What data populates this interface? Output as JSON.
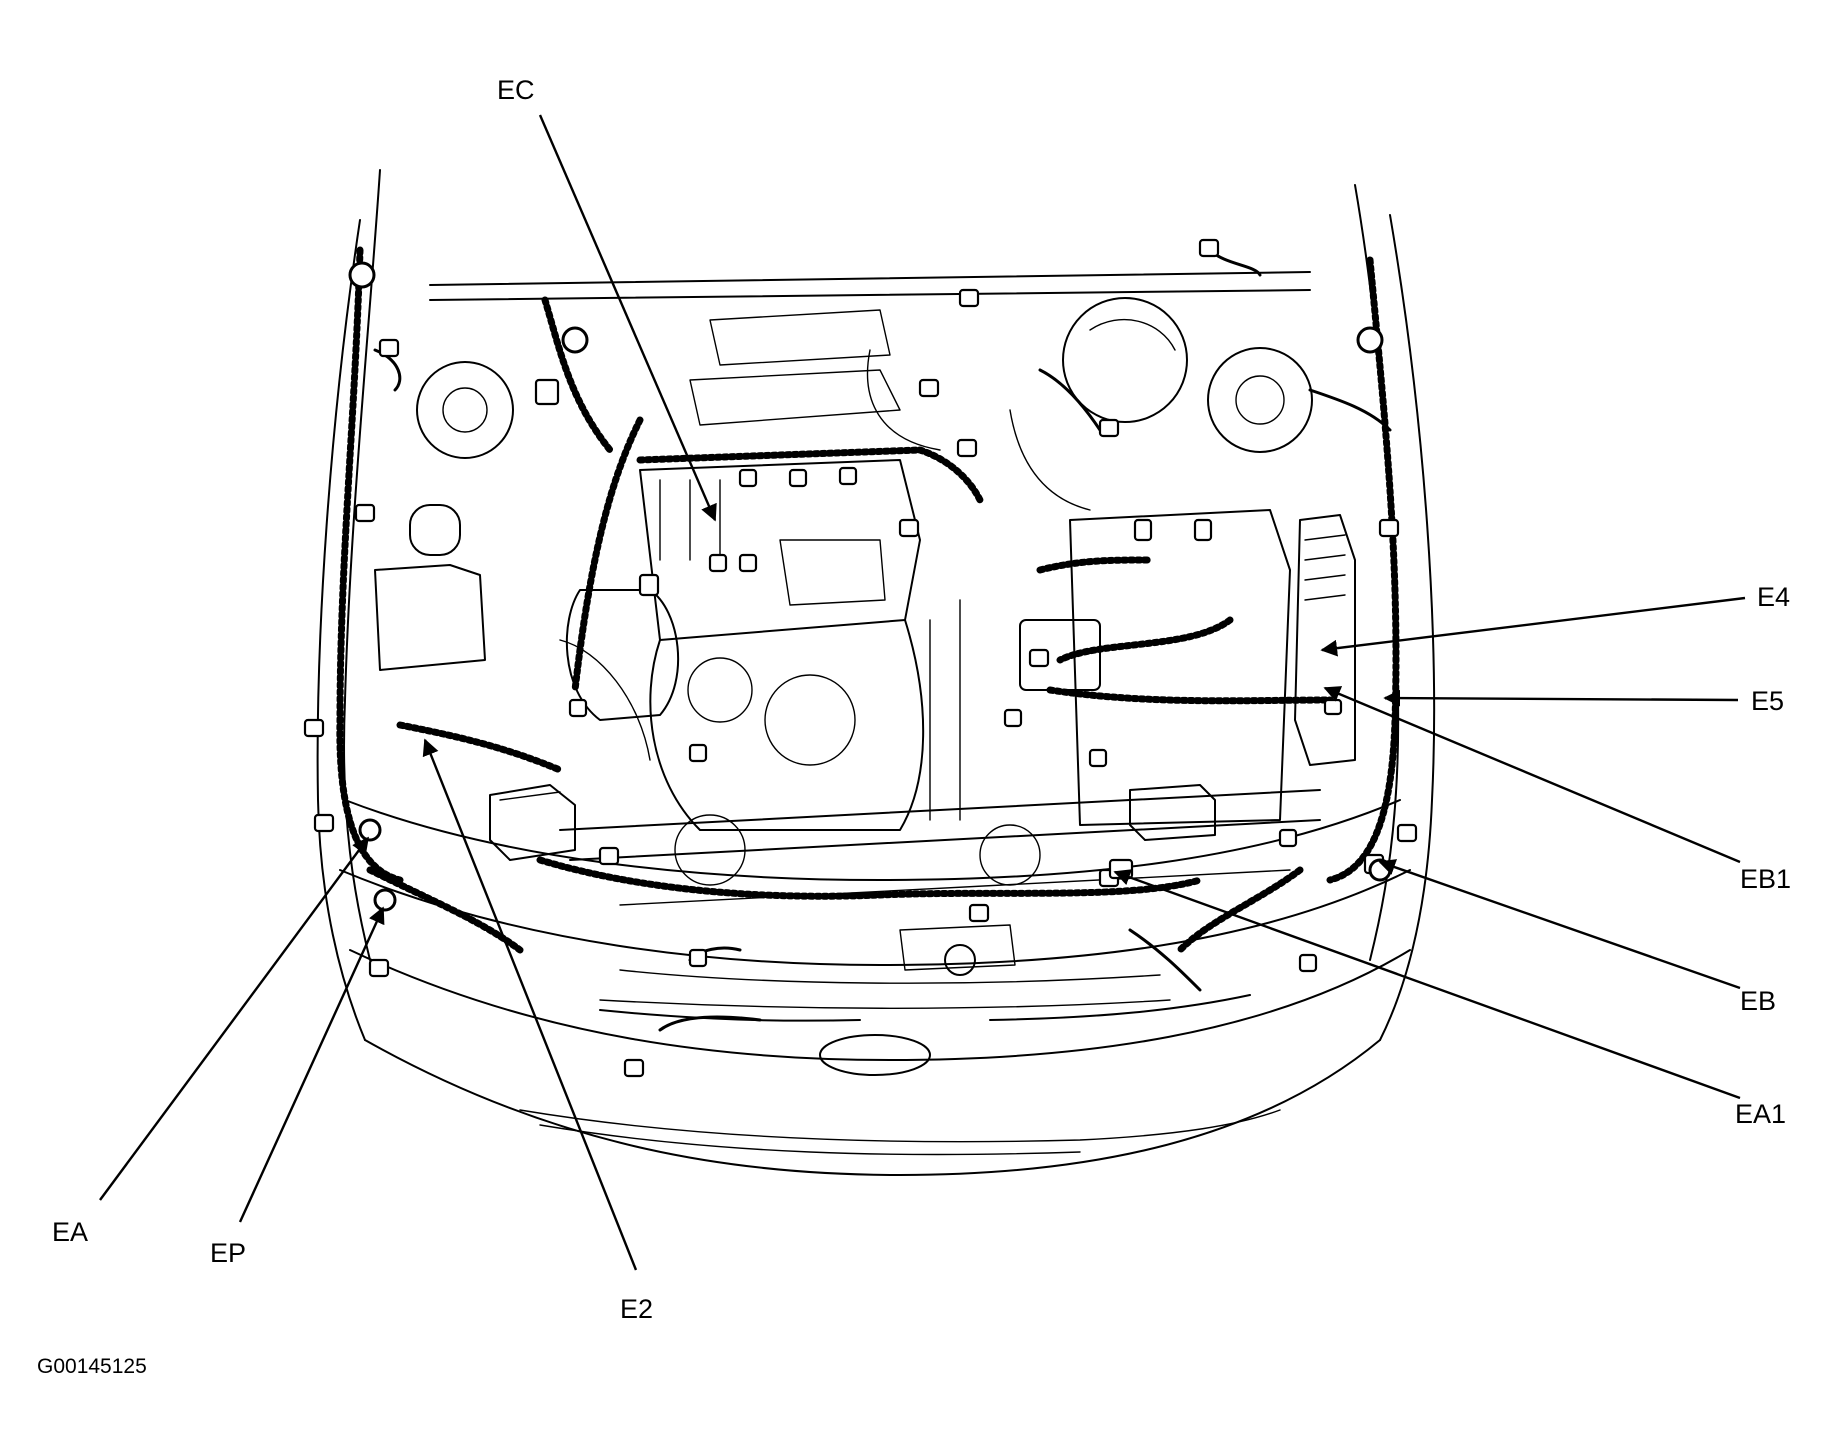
{
  "figure_id": "G00145125",
  "connector_labels": {
    "ec": "EC",
    "e4": "E4",
    "e5": "E5",
    "eb1": "EB1",
    "eb": "EB",
    "ea1": "EA1",
    "ea": "EA",
    "ep": "EP",
    "e2": "E2"
  },
  "colors": {
    "line": "#000000",
    "background": "#ffffff"
  }
}
